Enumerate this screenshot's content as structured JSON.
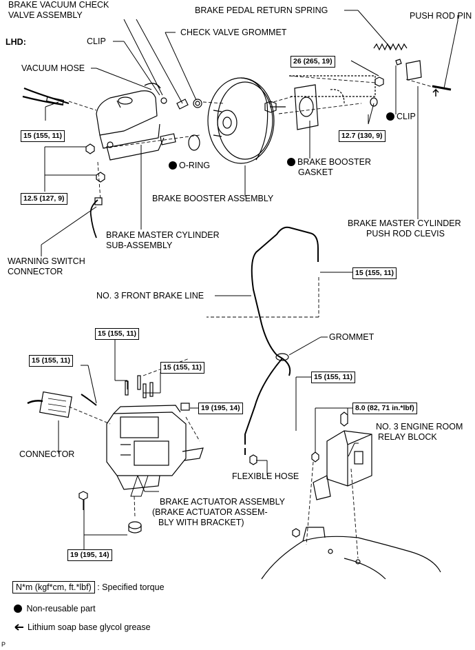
{
  "header": {
    "lhd": "LHD:"
  },
  "labels": {
    "brake_vacuum_check_valve_assembly_1": "BRAKE VACUUM CHECK",
    "brake_vacuum_check_valve_assembly_2": "VALVE ASSEMBLY",
    "brake_pedal_return_spring": "BRAKE PEDAL RETURN SPRING",
    "push_rod_pin": "PUSH ROD PIN",
    "clip_top": "CLIP",
    "check_valve_grommet": "CHECK VALVE GROMMET",
    "vacuum_hose": "VACUUM HOSE",
    "clip_right": "CLIP",
    "o_ring": "O-RING",
    "brake_booster_gasket_1": "BRAKE BOOSTER",
    "brake_booster_gasket_2": "GASKET",
    "brake_booster_assembly": "BRAKE BOOSTER ASSEMBLY",
    "push_rod_clevis_1": "BRAKE MASTER CYLINDER",
    "push_rod_clevis_2": "PUSH ROD CLEVIS",
    "master_cylinder_1": "BRAKE MASTER CYLINDER",
    "master_cylinder_2": "SUB-ASSEMBLY",
    "warning_switch_1": "WARNING SWITCH",
    "warning_switch_2": "CONNECTOR",
    "front_brake_line": "NO.  3 FRONT BRAKE LINE",
    "grommet": "GROMMET",
    "connector": "CONNECTOR",
    "engine_room_relay_1": "NO. 3 ENGINE ROOM",
    "engine_room_relay_2": "RELAY  BLOCK",
    "flexible_hose": "FLEXIBLE HOSE",
    "brake_actuator_1": "BRAKE ACTUATOR ASSEMBLY",
    "brake_actuator_2": "(BRAKE ACTUATOR ASSEM-",
    "brake_actuator_3": "BLY WITH BRACKET)"
  },
  "torques": {
    "t26": "26 (265, 19)",
    "t15_hose": "15 (155, 11)",
    "t12_7": "12.7 (130, 9)",
    "t12_5": "12.5 (127, 9)",
    "t15_line_top": "15 (155, 11)",
    "t15_act_top": "15 (155, 11)",
    "t15_act_left": "15 (155, 11)",
    "t15_act_right": "15 (155, 11)",
    "t19_right": "19 (195, 14)",
    "t15_flex": "15 (155, 11)",
    "t8": "8.0 (82, 71 in.*lbf)",
    "t19_bottom": "19 (195, 14)"
  },
  "legend": {
    "torque_box": "N*m (kgf*cm, ft.*lbf)",
    "torque_desc": ": Specified torque",
    "non_reusable": "Non-reusable part",
    "grease": "Lithium soap base glycol grease"
  },
  "footer": {
    "code": "P"
  }
}
